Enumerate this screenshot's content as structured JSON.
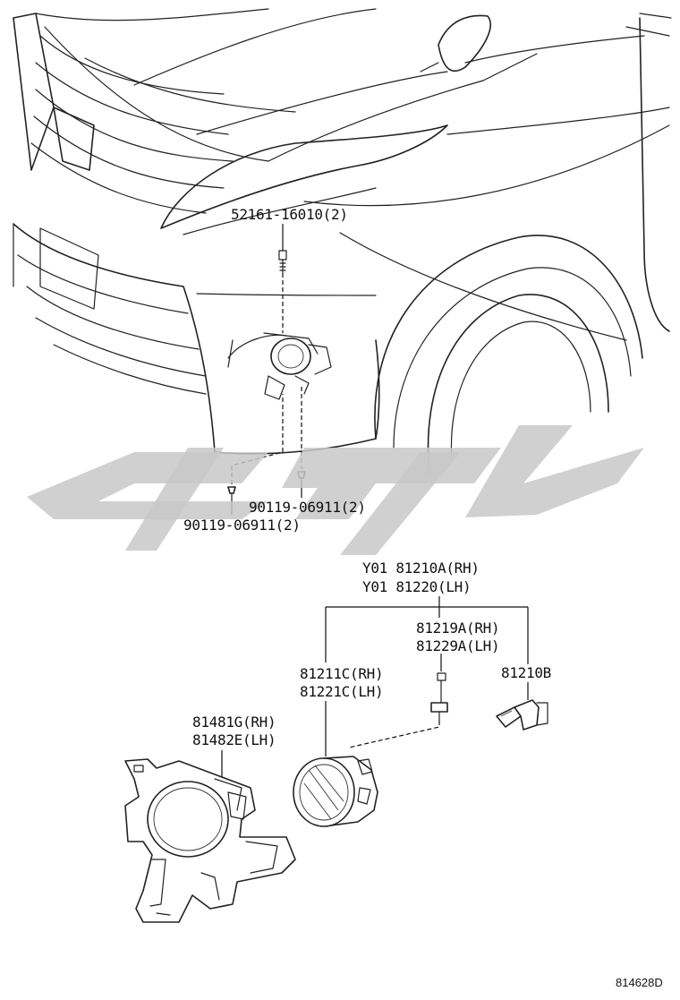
{
  "diagram": {
    "ref_code": "814628D",
    "labels": {
      "bolt_top": "52161-16010(2)",
      "screw_right": "90119-06911(2)",
      "screw_left": "90119-06911(2)",
      "assy_rh": "Y01 81210A(RH)",
      "assy_lh": "Y01 81220(LH)",
      "socket_rh": "81219A(RH)",
      "socket_lh": "81229A(LH)",
      "bulb": "81210B",
      "lamp_rh": "81211C(RH)",
      "lamp_lh": "81221C(LH)",
      "bracket_rh": "81481G(RH)",
      "bracket_lh": "81482E(LH)"
    }
  }
}
